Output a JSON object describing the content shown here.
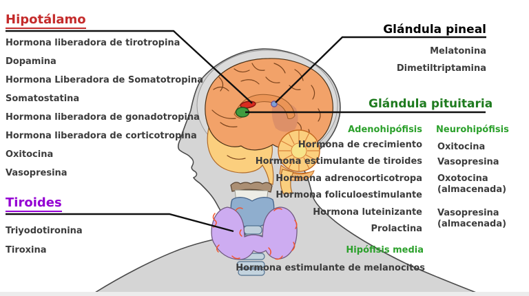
{
  "sections": {
    "hipotalamo": {
      "title": "Hipotálamo",
      "items": [
        "Hormona liberadora de tirotropina",
        "Dopamina",
        "Hormona Liberadora de Somatotropina",
        "Somatostatina",
        "Hormona liberadora de gonadotropina",
        "Hormona liberadora de corticotropina",
        "Oxitocina",
        "Vasopresina"
      ]
    },
    "glandula_pineal": {
      "title": "Glándula pineal",
      "items": [
        "Melatonina",
        "Dimetiltriptamina"
      ]
    },
    "glandula_pituitaria": {
      "title": "Glándula pituitaria",
      "adenohipofisis": {
        "title": "Adenohipófisis",
        "items": [
          "Hormona de crecimiento",
          "Hormona estimulante de tiroides",
          "Hormona adrenocorticotropa",
          "Hormona foliculoestimulante",
          "Hormona luteinizante",
          "Prolactina"
        ]
      },
      "neurohipofisis": {
        "title": "Neurohipófisis",
        "items": [
          "Oxitocina",
          "Vasopresina",
          "Oxotocina\n(almacenada)",
          "Vasopresina\n(almacenada)"
        ]
      },
      "hipofisis_media": {
        "title": "Hipófisis media",
        "items": [
          "Hormona estimulante de melanocitos"
        ]
      }
    },
    "tiroides": {
      "title": "Tiroides",
      "items": [
        "Triyodotironina",
        "Tiroxina"
      ]
    }
  },
  "colors": {
    "hipotalamo_heading": "#C42B2B",
    "tiroides_heading": "#9400D3",
    "pineal_heading": "#000000",
    "pituitaria_heading": "#1E7B1E",
    "sub_heading_green": "#2BA02B",
    "item_text": "#3C3C3C",
    "body_gray": "#D5D5D5",
    "brain_orange": "#F2A269",
    "brain_lower_yellow": "#FBCF7E",
    "hypothalamus_marker": "#DA2C20",
    "pituitary_marker": "#3F9C3F",
    "pineal_marker": "#7FA0D4",
    "thyroid_gland_purple": "#CDACF1",
    "cartilage_blue": "#8FAECE",
    "vessel_red": "#F2542D"
  }
}
